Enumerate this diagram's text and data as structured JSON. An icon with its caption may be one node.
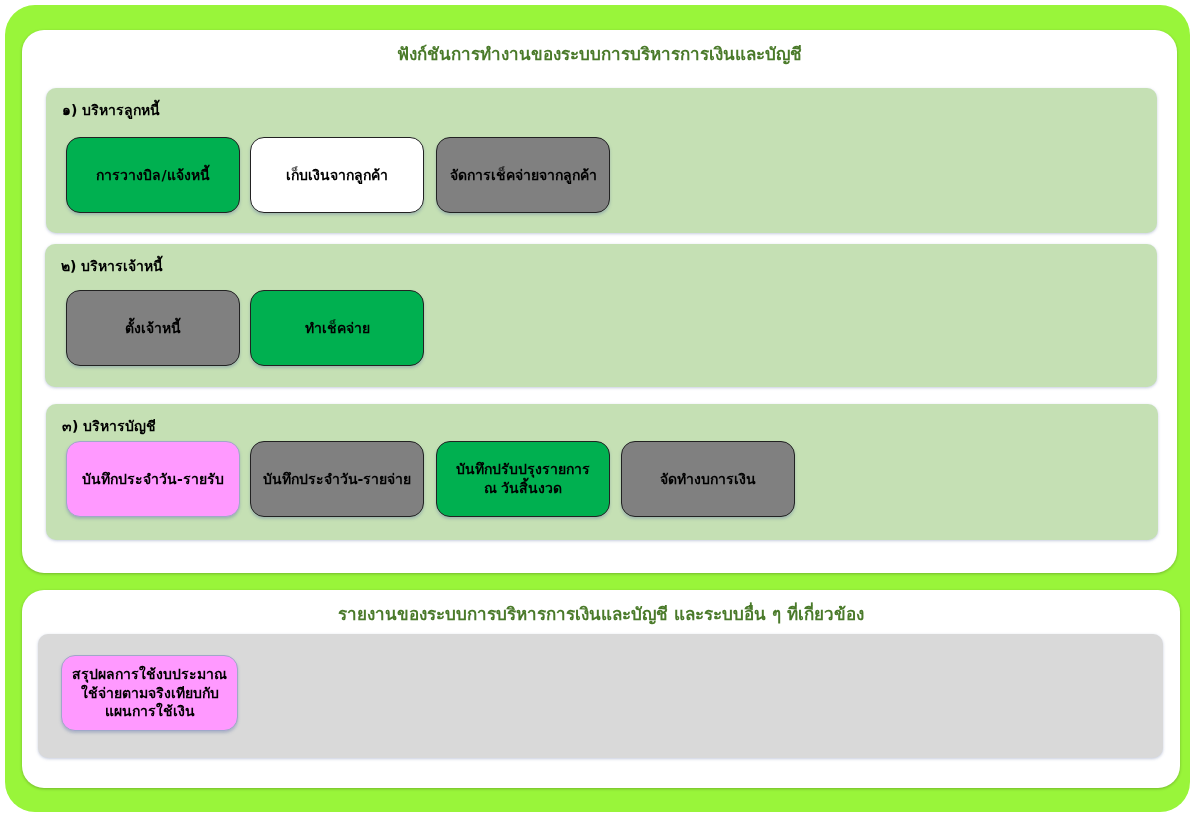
{
  "diagram": {
    "nodes": [
      {
        "text": [
          "ฟังก์ชันการทำงานของระบบการบริหารการเงินและบัญชี"
        ]
      },
      {
        "text": [
          "๑) บริหารลูกหนี้"
        ],
        "in": 0
      },
      {
        "text": [
          "การวางบิล/แจ้งหนี้"
        ],
        "in": 1
      },
      {
        "text": [
          "เก็บเงินจากลูกค้า"
        ],
        "in": 1
      },
      {
        "text": [
          "จัดการเช็คจ่ายจากลูกค้า"
        ],
        "in": 1
      },
      {
        "text": [
          "๒) บริหารเจ้าหนี้"
        ],
        "in": 0
      },
      {
        "text": [
          "ตั้งเจ้าหนี้"
        ],
        "in": 5
      },
      {
        "text": [
          "ทำเช็คจ่าย"
        ],
        "in": 5
      },
      {
        "text": [
          "๓) บริหารบัญชี"
        ],
        "in": 0
      },
      {
        "text": [
          "บันทึกประจำวัน-รายรับ"
        ],
        "in": 8
      },
      {
        "text": [
          "บันทึกประจำวัน-รายจ่าย"
        ],
        "in": 8
      },
      {
        "text": [
          "บันทึกปรับปรุงรายการ ณ วันสิ้นงวด"
        ],
        "in": 8
      },
      {
        "text": [
          "จัดทำงบการเงิน"
        ],
        "in": 8
      },
      {
        "text": [
          "รายงานของระบบการบริหารการเงินและบัญชี และระบบอื่น ๆ ที่เกี่ยวข้อง"
        ]
      },
      {
        "text": [],
        "shape": "box",
        "in": 13
      },
      {
        "text": [
          "สรุปผลการใช้งบประมาณใช้จ่ายตามจริงเทียบกับแผนการใช้เงิน"
        ],
        "in": 14
      }
    ]
  }
}
